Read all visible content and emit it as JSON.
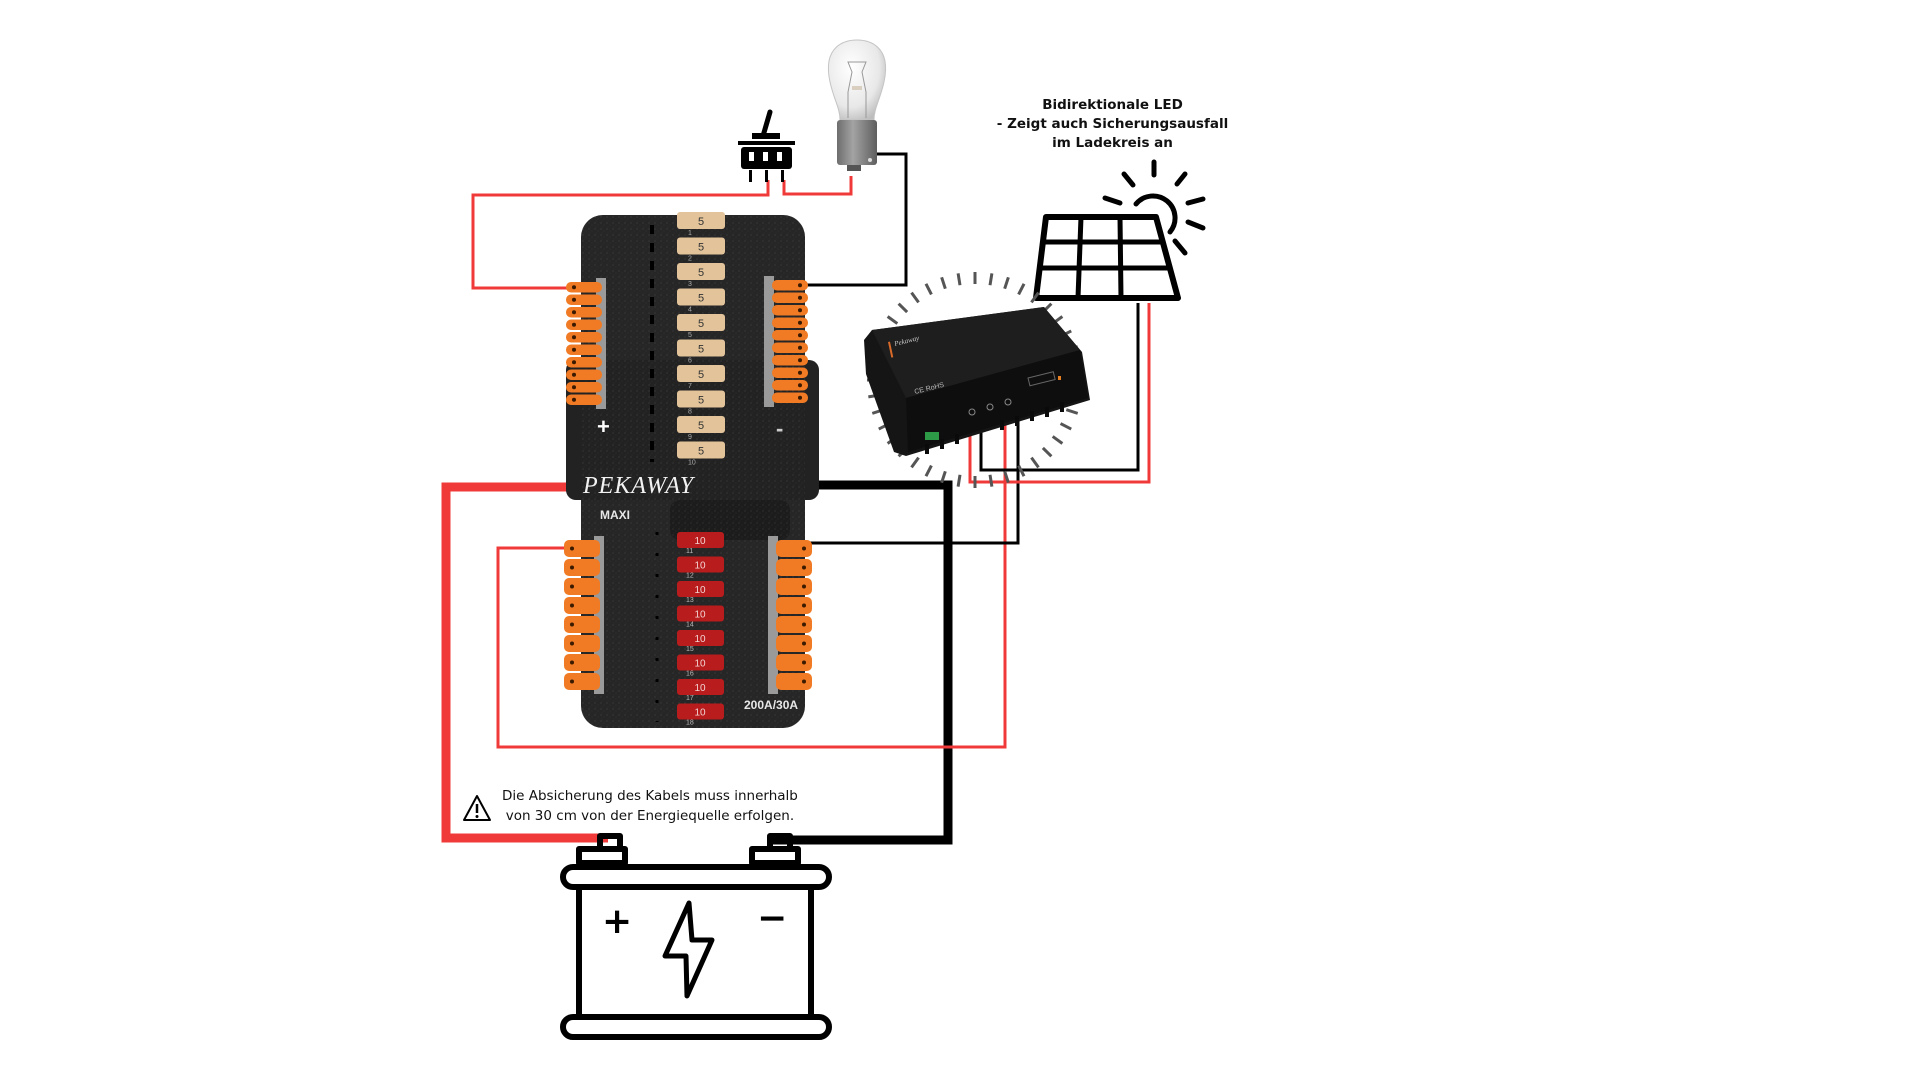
{
  "diagram": {
    "title": "Pekaway MAXI fuse box wiring with solar charge controller",
    "colors": {
      "positive_wire": "#f03a3a",
      "negative_wire": "#000000",
      "fusebox_body": "#262626",
      "connector_orange": "#f07b24",
      "fuse_5a": "#e2c39a",
      "fuse_10a": "#b81c1c",
      "background": "#ffffff"
    },
    "led_note": {
      "lines": [
        "Bidirektionale LED",
        "- Zeigt auch Sicherungsausfall",
        "im Ladekreis an"
      ]
    },
    "warning": {
      "icon": "warning-triangle-icon",
      "lines": [
        "Die Absicherung des Kabels muss innerhalb",
        "von 30 cm von der Energiequelle erfolgen."
      ]
    },
    "fusebox": {
      "brand": "PEKAWAY",
      "model": "MAXI",
      "rating": "200A/30A",
      "plus_label": "+",
      "minus_label": "-",
      "upper_fuses": [
        {
          "slot": "1",
          "rating": "5"
        },
        {
          "slot": "2",
          "rating": "5"
        },
        {
          "slot": "3",
          "rating": "5"
        },
        {
          "slot": "4",
          "rating": "5"
        },
        {
          "slot": "5",
          "rating": "5"
        },
        {
          "slot": "6",
          "rating": "5"
        },
        {
          "slot": "7",
          "rating": "5"
        },
        {
          "slot": "8",
          "rating": "5"
        },
        {
          "slot": "9",
          "rating": "5"
        },
        {
          "slot": "10",
          "rating": "5"
        }
      ],
      "lower_fuses": [
        {
          "slot": "11",
          "rating": "10"
        },
        {
          "slot": "12",
          "rating": "10"
        },
        {
          "slot": "13",
          "rating": "10"
        },
        {
          "slot": "14",
          "rating": "10"
        },
        {
          "slot": "15",
          "rating": "10"
        },
        {
          "slot": "16",
          "rating": "10"
        },
        {
          "slot": "17",
          "rating": "10"
        },
        {
          "slot": "18",
          "rating": "10"
        }
      ],
      "upper_connectors_per_side": 10,
      "lower_connectors_per_side": 8
    },
    "components": {
      "switch": "toggle-switch-icon",
      "bulb": "light-bulb-icon",
      "solar_panel": "solar-panel-icon",
      "charge_controller": "solar-charge-controller",
      "controller_marking": "CE RoHS",
      "battery": "battery-icon",
      "battery_plus": "+",
      "battery_minus": "−"
    }
  }
}
